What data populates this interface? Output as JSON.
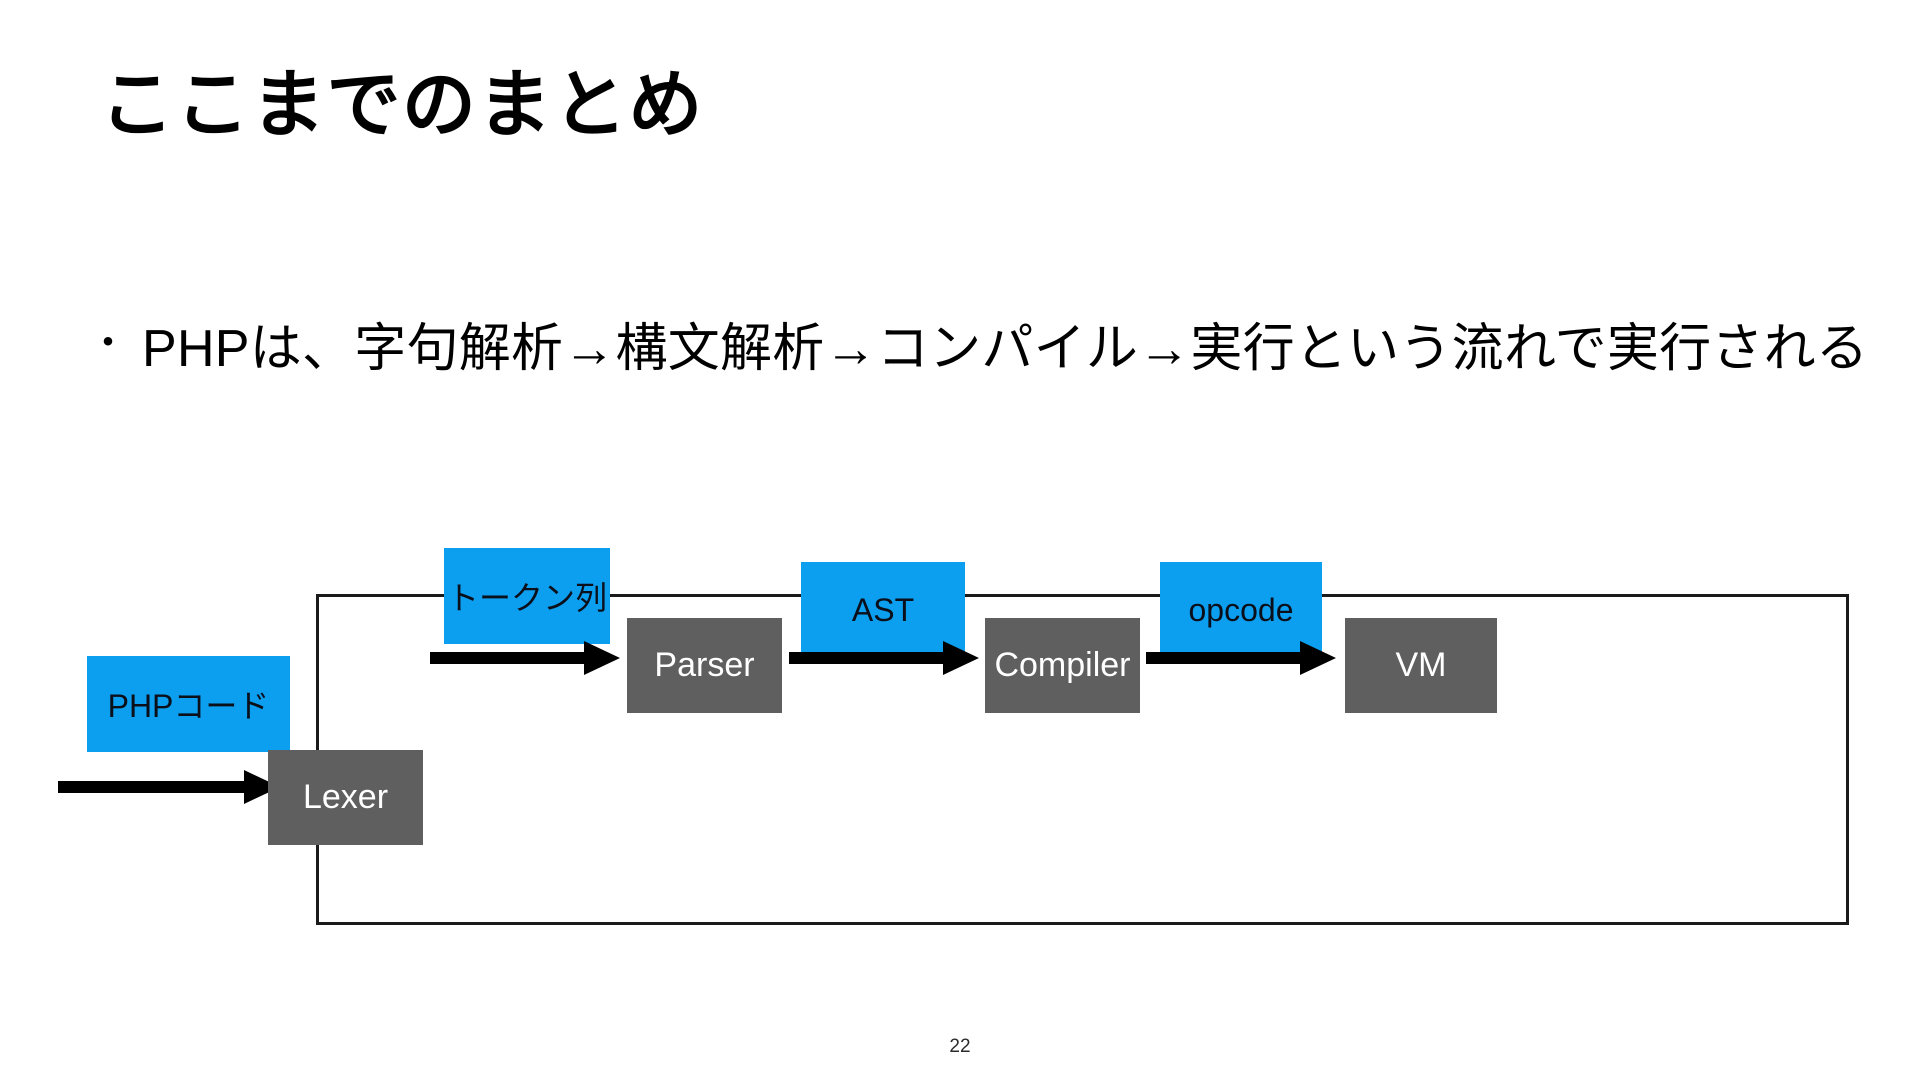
{
  "slide": {
    "title": "ここまでのまとめ",
    "page_number": "22"
  },
  "bullets": [
    {
      "marker": "・",
      "text": "PHPは、字句解析→構文解析→コンパイル→実行という流れで実行される"
    }
  ],
  "diagram": {
    "frame_label": "php-execution-pipeline",
    "colors": {
      "data_box": "#0c9eef",
      "stage_box": "#5f5f5f",
      "arrow": "#000000",
      "frame_border": "#1a1a1a",
      "stage_text": "#ffffff",
      "data_text": "#0b0f1a"
    },
    "external_input": {
      "label": "PHPコード",
      "kind": "data"
    },
    "stages": [
      {
        "label": "Lexer",
        "kind": "stage"
      },
      {
        "label": "Parser",
        "kind": "stage"
      },
      {
        "label": "Compiler",
        "kind": "stage"
      },
      {
        "label": "VM",
        "kind": "stage"
      }
    ],
    "intermediates": [
      {
        "label": "トークン列",
        "kind": "data"
      },
      {
        "label": "AST",
        "kind": "data"
      },
      {
        "label": "opcode",
        "kind": "data"
      }
    ],
    "arrows": [
      {
        "name": "arrow-phpcode-to-lexer",
        "from": "PHPコード",
        "to": "Lexer"
      },
      {
        "name": "arrow-lexer-to-parser",
        "from": "Lexer",
        "to": "Parser"
      },
      {
        "name": "arrow-parser-to-compiler",
        "from": "Parser",
        "to": "Compiler"
      },
      {
        "name": "arrow-compiler-to-vm",
        "from": "Compiler",
        "to": "VM"
      }
    ]
  }
}
